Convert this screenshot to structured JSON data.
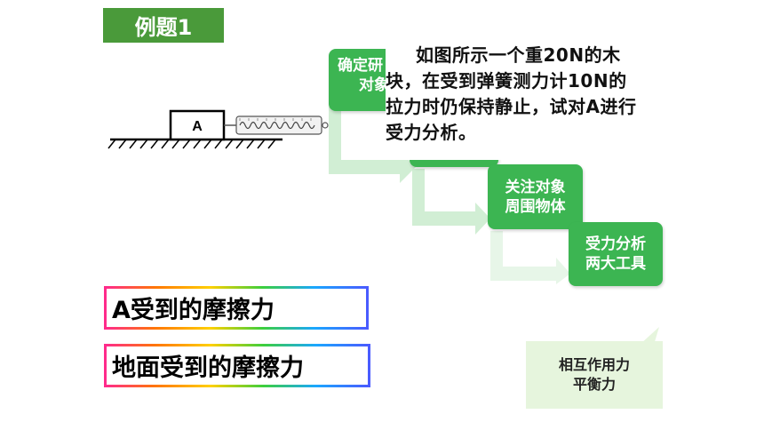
{
  "title": "例题1",
  "diagram": {
    "block_label": "A"
  },
  "flow": {
    "step1_lines": [
      "确定研",
      "对象"
    ],
    "step2_lines": [
      ""
    ],
    "step3_lines": [
      "关注对象",
      "周围物体"
    ],
    "step4_lines": [
      "受力分析",
      "两大工具"
    ]
  },
  "problem": {
    "text": "如图所示一个重20N的木块，在受到弹簧测力计10N的拉力时仍保持静止，试对A进行受力分析。"
  },
  "answers": {
    "a_friction": "A受到的摩擦力",
    "ground_friction": "地面受到的摩擦力"
  },
  "bubble": {
    "line1": "相互作用力",
    "line2": "平衡力"
  },
  "colors": {
    "title_bg": "#4a9a3a",
    "step_bg": "#3cb552",
    "bubble_bg": "#e6f5dd"
  }
}
